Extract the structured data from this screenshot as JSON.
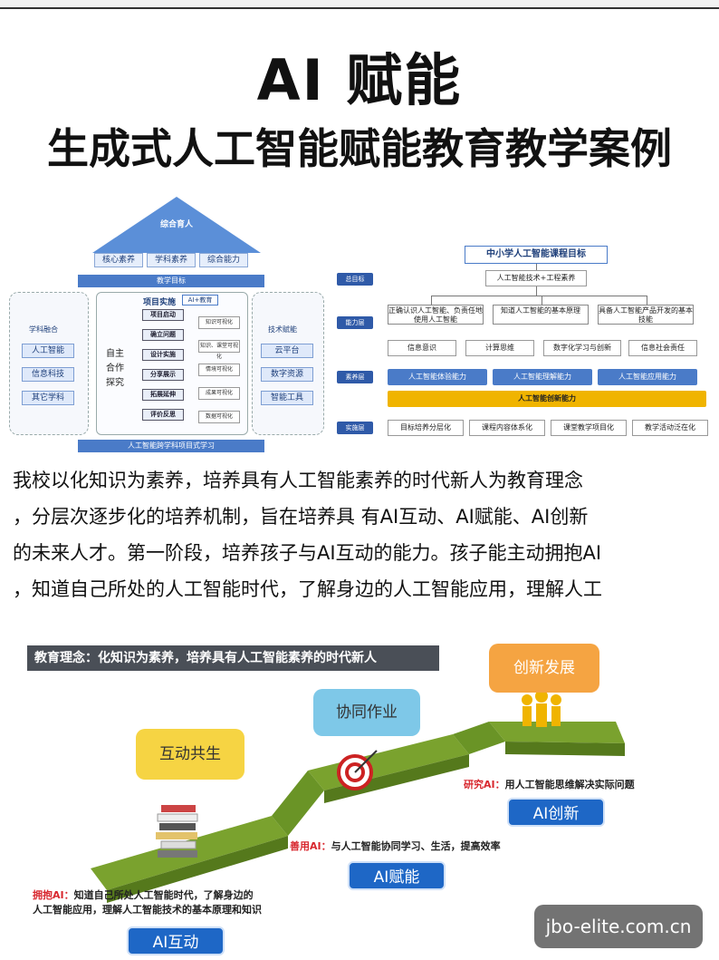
{
  "header": {
    "title": "AI 赋能",
    "subtitle": "生成式人工智能赋能教育教学案例"
  },
  "left_diagram": {
    "pyramid_top": "综合育人",
    "pyramid_tags": [
      "核心素养",
      "学科素养",
      "综合能力"
    ],
    "teaching_goal_bar": "教学目标",
    "left_group_title": "学科融合",
    "left_items": [
      "人工智能",
      "信息科技",
      "其它学科"
    ],
    "center_header": [
      "项目实施",
      "AI+教育"
    ],
    "center_vertical": [
      "自主",
      "合作",
      "探究"
    ],
    "steps": [
      "项目启动",
      "确立问题",
      "设计实施",
      "分享展示",
      "拓展延伸",
      "评价反思"
    ],
    "notes": [
      "知识可视化",
      "知识、课堂可视化",
      "情境可视化",
      "成果可视化",
      "数据可视化"
    ],
    "right_group_title": "技术赋能",
    "right_items": [
      "云平台",
      "数字资源",
      "智能工具"
    ],
    "bottom_bar": "人工智能跨学科项目式学习"
  },
  "right_diagram": {
    "title": "中小学人工智能课程目标",
    "levels": [
      "总目标",
      "能力层",
      "素养层",
      "实施层"
    ],
    "overall_goal": "人工智能技术+工程素养",
    "ability_boxes": [
      "正确认识人工智能、负责任地使用人工智能",
      "知道人工智能的基本原理",
      "具备人工智能产品开发的基本技能"
    ],
    "literacy_chips": [
      "信息意识",
      "计算思维",
      "数字化学习与创新",
      "信息社会责任"
    ],
    "blue_bars": [
      "人工智能体验能力",
      "人工智能理解能力",
      "人工智能应用能力"
    ],
    "yellow_bar": "人工智能创新能力",
    "impl_chips": [
      "目标培养分层化",
      "课程内容体系化",
      "课堂教学项目化",
      "教学活动泛在化"
    ]
  },
  "paragraph": {
    "lines": [
      "我校以化知识为素养，培养具有人工智能素养的时代新人为教育理念",
      "，分层次逐步化的培养机制，旨在培养具 有AI互动、AI赋能、AI创新",
      "的未来人才。第一阶段，培养孩子与AI互动的能力。孩子能主动拥抱AI",
      "，知道自己所处的人工智能时代，了解身边的人工智能应用，理解人工"
    ]
  },
  "stairs": {
    "banner": "教育理念：化知识为素养，培养具有人工智能素养的时代新人",
    "bubbles": [
      "互动共生",
      "协同作业",
      "创新发展"
    ],
    "steps": [
      {
        "key": "拥抱AI：",
        "text1": "知道自己所处人工智能时代，了解身边的",
        "text2": "人工智能应用，理解人工智能技术的基本原理和知识",
        "pill": "AI互动"
      },
      {
        "key": "善用AI：",
        "text1": "与人工智能协同学习、生活，提高效率",
        "text2": "",
        "pill": "AI赋能"
      },
      {
        "key": "研究AI：",
        "text1": "用人工智能思维解决实际问题",
        "text2": "",
        "pill": "AI创新"
      }
    ]
  },
  "watermark": "jbo-elite.com.cn",
  "colors": {
    "accent_blue": "#1e67c6",
    "step_green": "#7aa22e",
    "highlight_red": "#d8282f",
    "yellow": "#f0b400"
  }
}
